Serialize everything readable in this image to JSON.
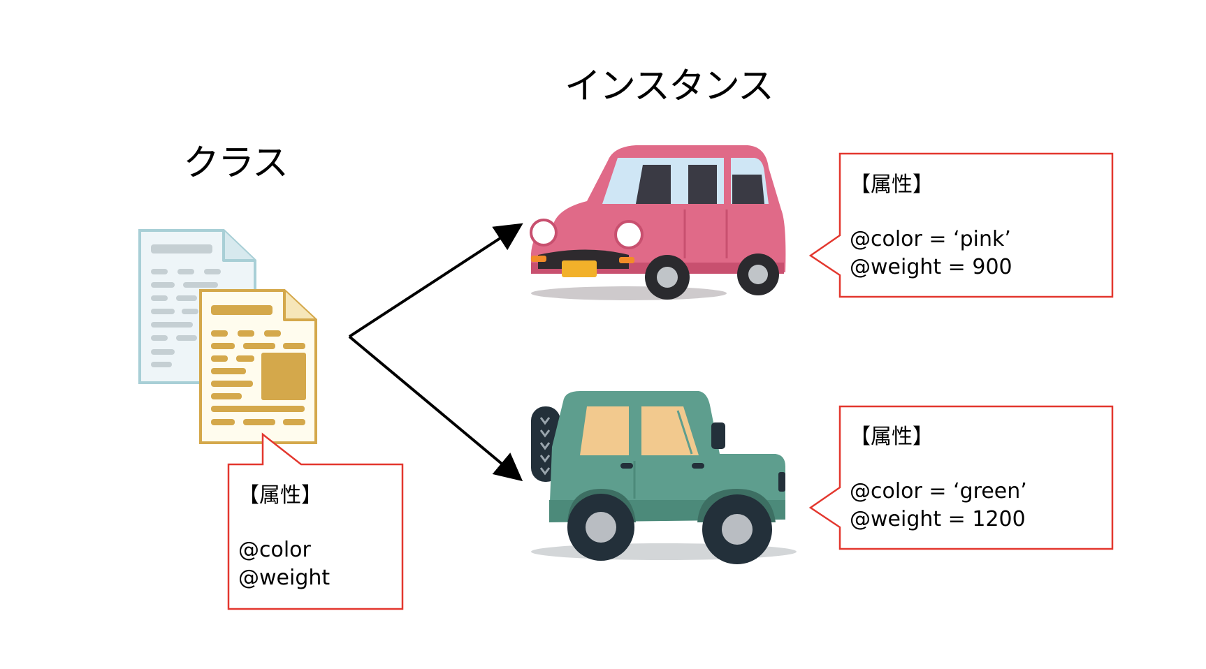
{
  "class_section": {
    "heading": "クラス",
    "callout": {
      "title": "【属性】",
      "lines": [
        "@color",
        "@weight"
      ]
    }
  },
  "instance_section": {
    "heading": "インスタンス",
    "instances": [
      {
        "vehicle": "pink-car-illustration",
        "callout": {
          "title": "【属性】",
          "lines": [
            "@color = ‘pink’",
            "@weight = 900"
          ]
        }
      },
      {
        "vehicle": "green-jeep-illustration",
        "callout": {
          "title": "【属性】",
          "lines": [
            "@color = ‘green’",
            "@weight = 1200"
          ]
        }
      }
    ]
  },
  "icons": [
    "document-icon",
    "arrow-icon"
  ],
  "colors": {
    "callout_border": "#e3372e",
    "pink_car": "#e06a88",
    "green_jeep": "#5e9e8e",
    "document_gold": "#d4a84b",
    "document_blue": "#a8cfd6"
  }
}
